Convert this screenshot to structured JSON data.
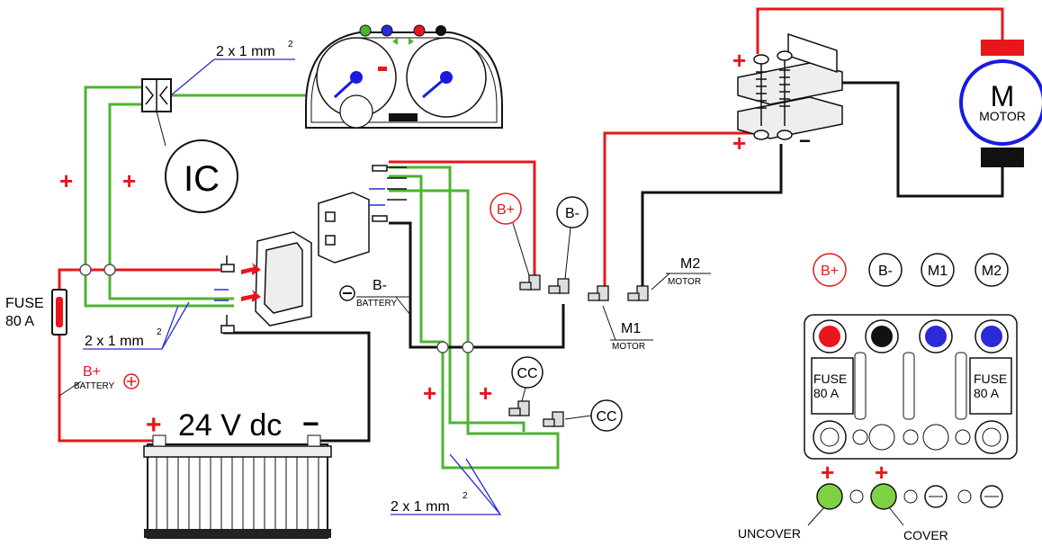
{
  "labels": {
    "wire_top": "2 x 1 mm",
    "wire_left": "2 x 1 mm",
    "wire_bottom": "2 x 1 mm",
    "sup_2": "2",
    "ic": "IC",
    "fuse_main": "FUSE",
    "fuse_main_rating": "80 A",
    "b_plus": "B+",
    "b_minus": "B-",
    "battery_sub": "BATTERY",
    "voltage": "24 V dc",
    "cc": "CC",
    "m1": "M1",
    "m2": "M2",
    "motor_sub": "MOTOR",
    "motor_letter": "M",
    "motor_word": "MOTOR",
    "fuse_panel": "FUSE",
    "fuse_panel_rating": "80 A",
    "uncover": "UNCOVER",
    "cover": "COVER",
    "plus": "+",
    "minus": "−"
  },
  "colors": {
    "positive": "#e8161b",
    "negative": "#111111",
    "control": "#4cb52f",
    "callout": "#2a2ad8",
    "motor_ring": "#1a1ae0"
  },
  "icons": [
    "dashboard-gauges",
    "contactor-switch",
    "plug-connector",
    "battery",
    "fuse-panel",
    "motor"
  ]
}
